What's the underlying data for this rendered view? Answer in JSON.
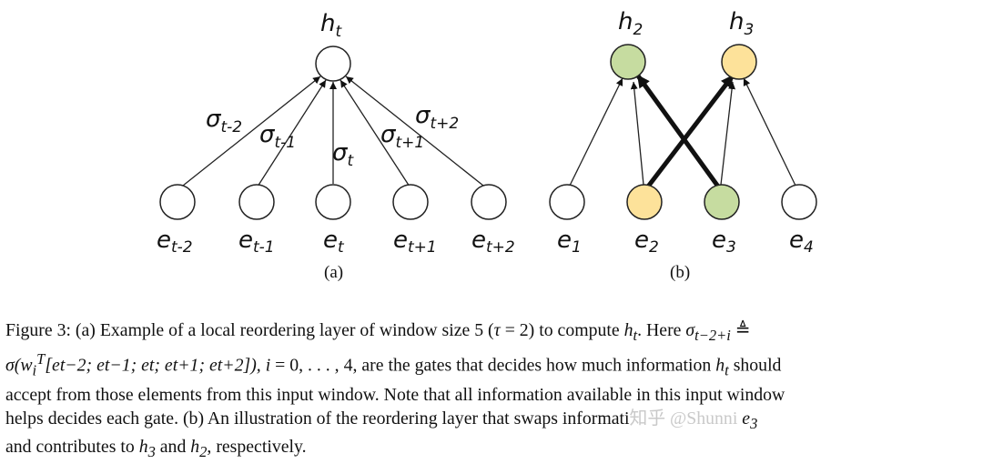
{
  "figure": {
    "panel_a": {
      "output_node": {
        "base": "h",
        "sub": "t"
      },
      "input_nodes": [
        {
          "base": "e",
          "sub": "t-2"
        },
        {
          "base": "e",
          "sub": "t-1"
        },
        {
          "base": "e",
          "sub": "t"
        },
        {
          "base": "e",
          "sub": "t+1"
        },
        {
          "base": "e",
          "sub": "t+2"
        }
      ],
      "gate_labels": [
        {
          "base": "σ",
          "sub": "t-2"
        },
        {
          "base": "σ",
          "sub": "t-1"
        },
        {
          "base": "σ",
          "sub": "t"
        },
        {
          "base": "σ",
          "sub": "t+1"
        },
        {
          "base": "σ",
          "sub": "t+2"
        }
      ],
      "caption": "(a)"
    },
    "panel_b": {
      "output_nodes": [
        {
          "base": "h",
          "sub": "2",
          "color": "#c6dca0"
        },
        {
          "base": "h",
          "sub": "3",
          "color": "#fde29a"
        }
      ],
      "input_nodes": [
        {
          "base": "e",
          "sub": "1",
          "color": "#ffffff"
        },
        {
          "base": "e",
          "sub": "2",
          "color": "#fde29a"
        },
        {
          "base": "e",
          "sub": "3",
          "color": "#c6dca0"
        },
        {
          "base": "e",
          "sub": "4",
          "color": "#ffffff"
        }
      ],
      "caption": "(b)"
    }
  },
  "caption": {
    "line1": {
      "prefix": "Figure 3:  (a) Example of a local reordering layer of window size 5 (",
      "math1": "τ",
      "mid": " = 2) to compute ",
      "math2": "h",
      "math2_sub": "t",
      "suffix": ".  Here ",
      "math3": "σ",
      "math3_sub": "t−2+i",
      "symbol": "≜"
    },
    "line2": {
      "math": "σ(w",
      "math_sub": "i",
      "math_sup": "T",
      "vector": "[e",
      "rest": "t−2; et−1; et; et+1; et+2]), ",
      "i_expr": "i",
      "range": " = 0, . . . , 4, are the gates that decides how much information ",
      "h": "h",
      "h_sub": "t",
      "suffix": " should"
    },
    "line3": "accept from those elements from this input window.  Note that all information available in this input window",
    "line4": {
      "text": "helps decides each gate.  (b) An illustration of the reordering layer that swaps informati",
      "watermark": "知乎 @Shunni",
      "math": "e",
      "math_sub": "3"
    },
    "line5": {
      "prefix": "and contributes to ",
      "m1": "h",
      "m1_sub": "3",
      "mid": " and ",
      "m2": "h",
      "m2_sub": "2",
      "suffix": ", respectively."
    }
  },
  "colors": {
    "green_node": "#c6dca0",
    "yellow_node": "#fde29a",
    "stroke": "#222222"
  }
}
